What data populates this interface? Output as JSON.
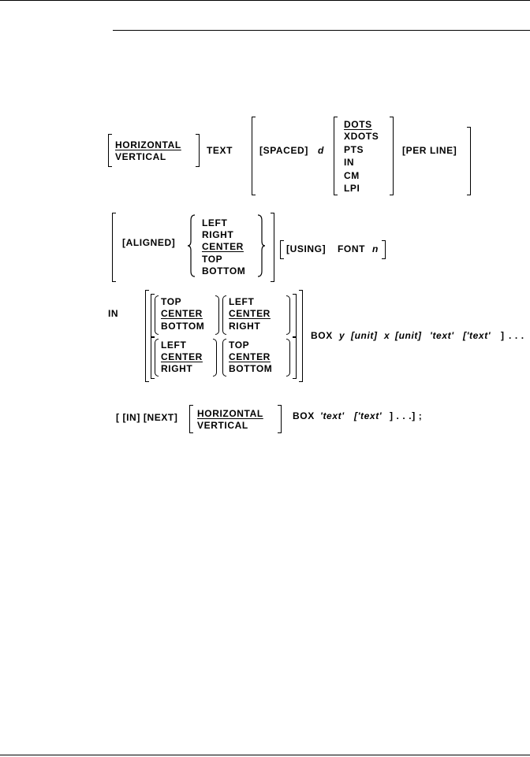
{
  "page": {
    "background": "#ffffff",
    "text_color": "#000000"
  },
  "clause_text": {
    "orientation": [
      "HORIZONTAL",
      "VERTICAL"
    ],
    "keyword": "TEXT",
    "spaced": "[SPACED]",
    "d": "d",
    "units": [
      "DOTS",
      "XDOTS",
      "PTS",
      "IN",
      "CM",
      "LPI"
    ],
    "per_line": "[PER LINE]"
  },
  "clause_align": {
    "aligned": "[ALIGNED]",
    "positions": [
      "LEFT",
      "RIGHT",
      "CENTER",
      "TOP",
      "BOTTOM"
    ],
    "using": "[USING]",
    "font": "FONT",
    "n": "n"
  },
  "clause_in": {
    "keyword": "IN",
    "vertical": [
      "TOP",
      "CENTER",
      "BOTTOM"
    ],
    "horizontal": [
      "LEFT",
      "CENTER",
      "RIGHT"
    ],
    "box": "BOX",
    "y": "y",
    "x": "x",
    "unit": "[unit]",
    "text_literal": "'text'",
    "text_optional": "['text'",
    "bracket_close": "]",
    "ellipsis": ". . ."
  },
  "clause_next": {
    "prefix": "[ [IN] [NEXT]",
    "orientation": [
      "HORIZONTAL",
      "VERTICAL"
    ],
    "box": "BOX",
    "text_literal": "'text'",
    "text_optional": "['text'",
    "tail": "] . . .] ;"
  }
}
